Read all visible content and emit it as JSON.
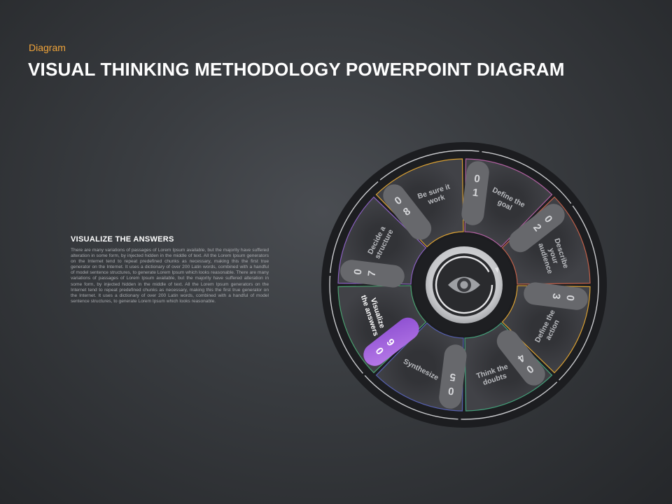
{
  "slide": {
    "category": "Diagram",
    "title": "VISUAL THINKING METHODOLOGY POWERPOINT DIAGRAM"
  },
  "panel": {
    "heading": "VISUALIZE  THE ANSWERS",
    "body": "There are many variations of passages of Lorem Ipsum available, but the majority have suffered alteration in some form, by injected hidden in the middle of text. All the Lorem Ipsum generators on the Internet tend to repeat predefined chunks as necessary, making this the first true generator on the Internet. It uses a dictionary of over 200 Latin words, combined with a handful of model sentence structures, to generate Lorem Ipsum which looks reasonable. There are many variations of passages of Lorem Ipsum available, but the majority have suffered alteration in some form, by injected hidden in the middle of text. All the Lorem Ipsum generators on the Internet tend to repeat predefined chunks as necessary, making this the first true generator on the Internet. It uses a dictionary of over 200 Latin words, combined with a handful of model sentence structures, to generate Lorem Ipsum which looks reasonable."
  },
  "diagram": {
    "center_icon": "eye-icon",
    "active_step": "06",
    "colors": {
      "accent": "#a66be0",
      "outer_ring": "#1c1d20",
      "segment": "#3a3b3f",
      "tab": "#67686c"
    },
    "steps": [
      {
        "num": "01",
        "label": [
          "Define the",
          "goal"
        ],
        "border": "#b060a0"
      },
      {
        "num": "02",
        "label": [
          "Describe",
          "your",
          "audience"
        ],
        "border": "#c0604a"
      },
      {
        "num": "03",
        "label": [
          "Define the",
          "action"
        ],
        "border": "#d9a033"
      },
      {
        "num": "04",
        "label": [
          "Think the",
          "doubts"
        ],
        "border": "#44a07a"
      },
      {
        "num": "05",
        "label": [
          "Synthesize"
        ],
        "border": "#5660b0"
      },
      {
        "num": "06",
        "label": [
          "Visualize",
          "the answers"
        ],
        "border": "#4aa070"
      },
      {
        "num": "07",
        "label": [
          "Decide a",
          "structure"
        ],
        "border": "#8a60c0"
      },
      {
        "num": "08",
        "label": [
          "Be sure it",
          "work"
        ],
        "border": "#d9a033"
      }
    ]
  }
}
